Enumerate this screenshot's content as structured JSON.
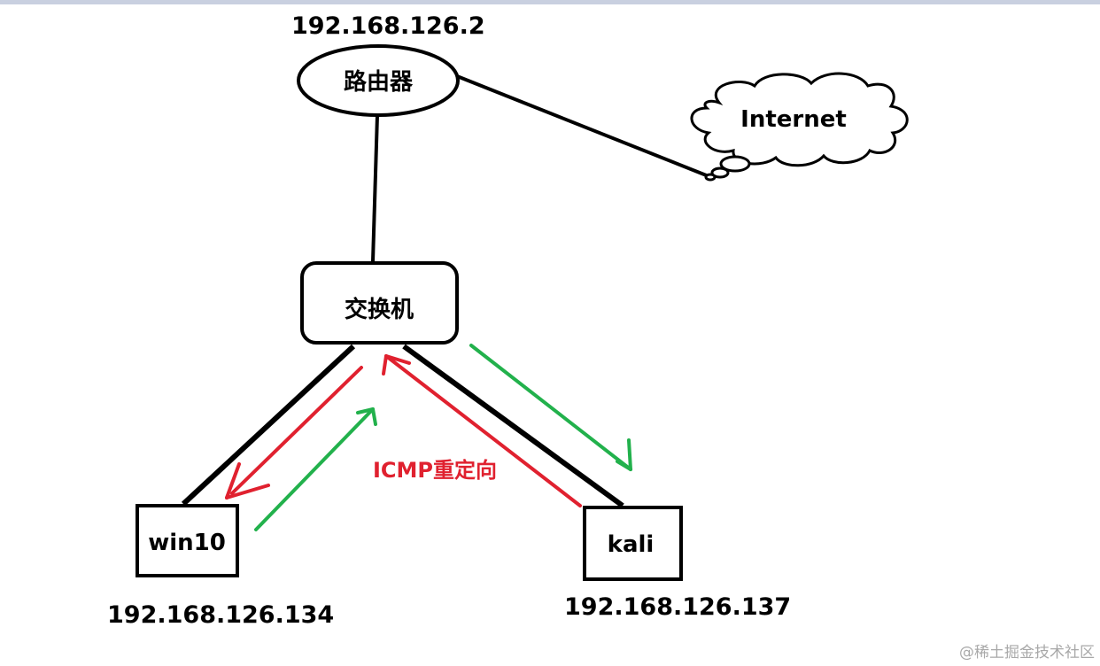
{
  "router": {
    "ip": "192.168.126.2",
    "label": "路由器"
  },
  "internet": {
    "label": "Internet"
  },
  "switch": {
    "label": "交换机"
  },
  "win10": {
    "label": "win10",
    "ip": "192.168.126.134"
  },
  "kali": {
    "label": "kali",
    "ip": "192.168.126.137"
  },
  "annotation": {
    "label": "ICMP重定向"
  },
  "watermark": {
    "text": "@稀土掘金技术社区"
  },
  "colors": {
    "line": "#000000",
    "redirect_arrow": "#e0212f",
    "normal_arrow": "#22b14c",
    "background": "#ffffff"
  }
}
